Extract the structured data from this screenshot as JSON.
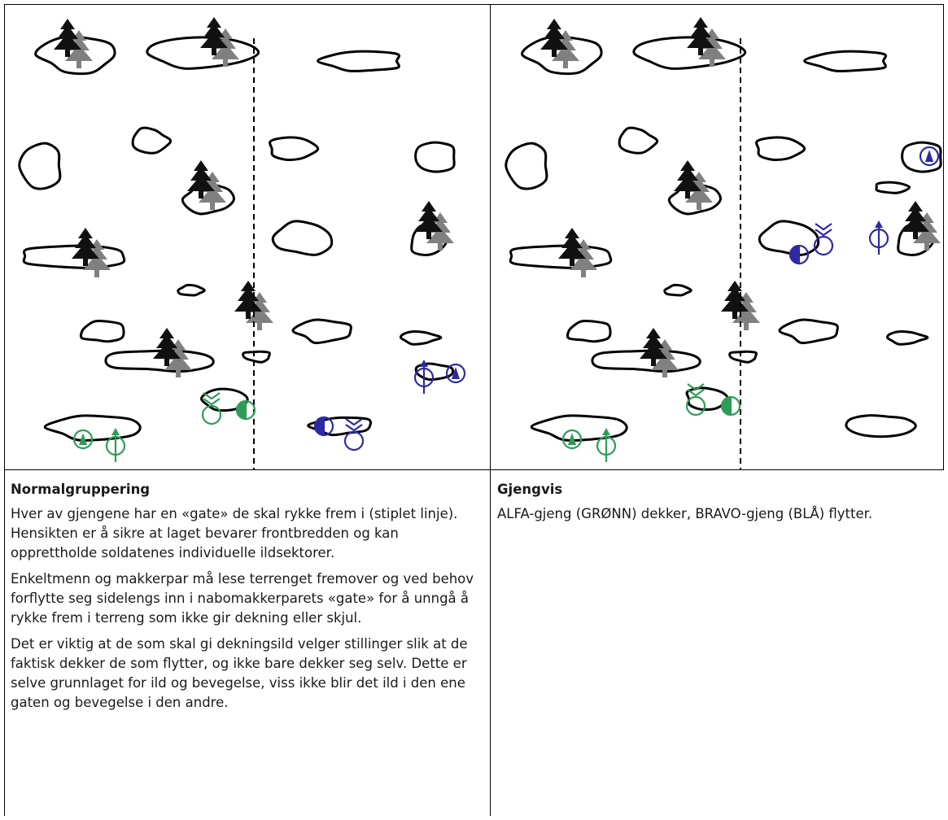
{
  "colors": {
    "alfa": "#2e9c58",
    "bravo": "#2c2aa3",
    "tree_dark": "#111111",
    "tree_light": "#808080",
    "outline": "#000000"
  },
  "icons": [
    "tree-icon",
    "bush-outline",
    "soldier-symbol",
    "gate-line"
  ],
  "left": {
    "title": "Normalgruppering",
    "paragraphs": [
      "Hver av gjengene har en «gate» de skal rykke frem i (stiplet linje).  Hensikten er å sikre at laget bevarer frontbredden og kan opprettholde soldatenes individuelle ildsektorer.",
      "Enkeltmenn og makkerpar må lese terrenget fremover og ved behov forflytte seg sidelengs inn i nabomakkerparets «gate» for å unngå å rykke frem i terreng som ikke gir dekning eller skjul.",
      "Det er viktig at de som skal gi dekningsild velger stillinger slik at de faktisk dekker de som flytter, og ikke bare dekker seg selv. Dette er selve grunnlaget for ild og bevegelse, viss ikke blir det ild i den ene gaten og bevegelse i den andre."
    ]
  },
  "right": {
    "title": "Gjengvis",
    "paragraphs": [
      "ALFA-gjeng (GRØNN) dekker, BRAVO-gjeng (BLÅ) flytter."
    ]
  }
}
